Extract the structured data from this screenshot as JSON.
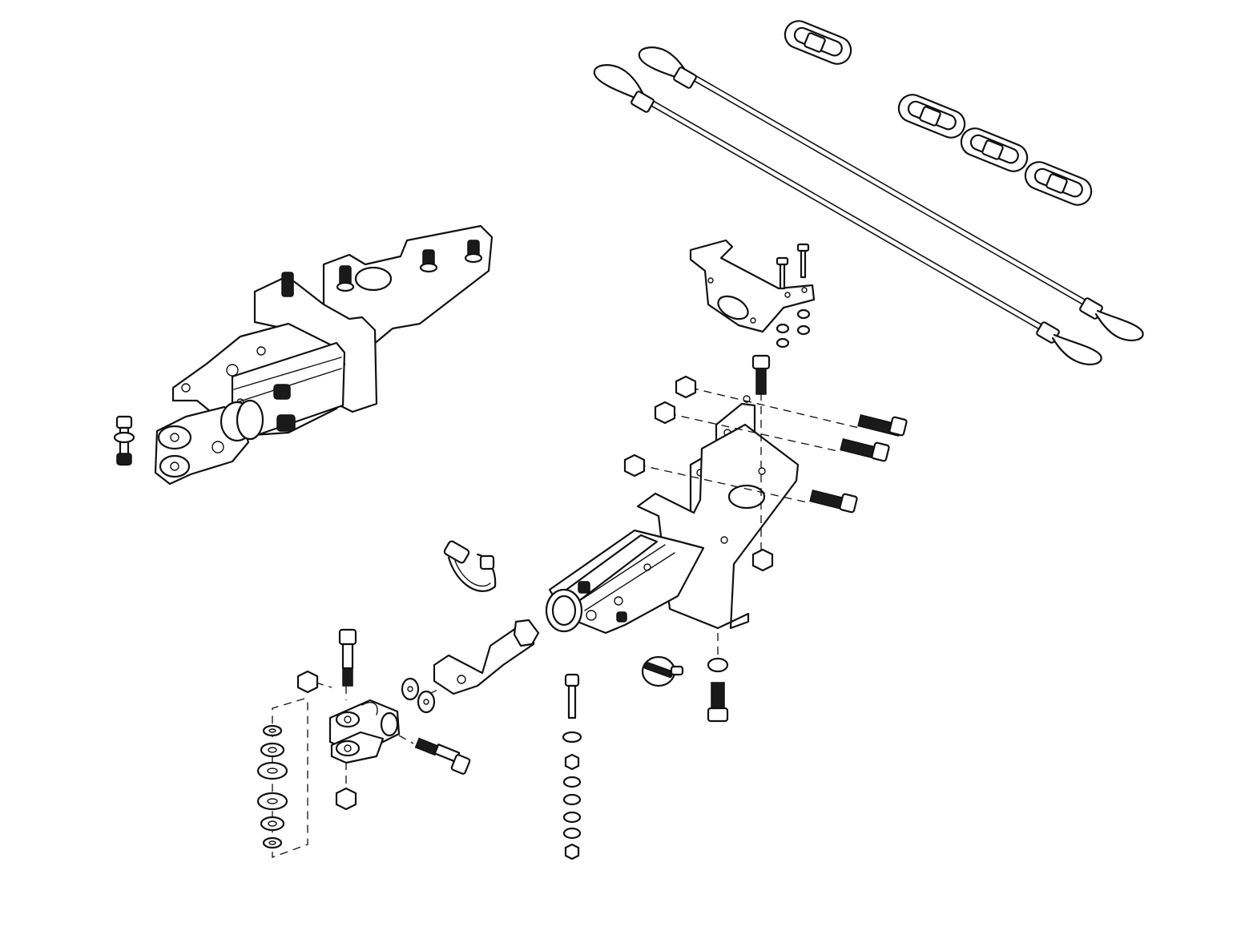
{
  "diagram": {
    "kind": "exploded-parts-view",
    "line_color": "#111111",
    "background": "#ffffff",
    "parts": [
      {
        "id": "cable",
        "icon": "safety-cable-icon",
        "count": 2
      },
      {
        "id": "quick-link",
        "icon": "quick-link-icon",
        "count": 4
      },
      {
        "id": "mounting-bracket",
        "icon": "bracket-icon",
        "count": 1
      },
      {
        "id": "towbar-assembly",
        "icon": "towbar-arm-icon",
        "count": 2
      },
      {
        "id": "hose-clamp",
        "icon": "clamp-icon",
        "count": 1
      },
      {
        "id": "clevis-yoke",
        "icon": "clevis-icon",
        "count": 1
      },
      {
        "id": "ball-joint-shaft",
        "icon": "shaft-icon",
        "count": 1
      },
      {
        "id": "bolt",
        "icon": "bolt-icon",
        "count": 10
      },
      {
        "id": "nut",
        "icon": "nut-icon",
        "count": 8
      },
      {
        "id": "washer",
        "icon": "washer-icon",
        "count": 14
      },
      {
        "id": "lynch-pin",
        "icon": "pin-icon",
        "count": 1
      }
    ]
  }
}
